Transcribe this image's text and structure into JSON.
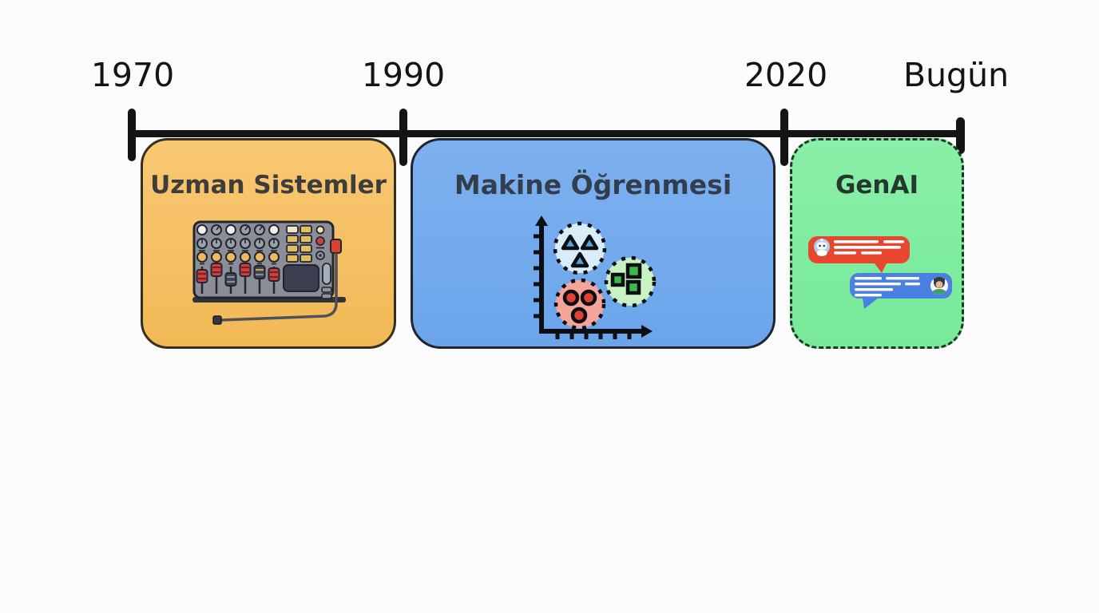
{
  "timeline": {
    "labels": [
      {
        "text": "1970"
      },
      {
        "text": "1990"
      },
      {
        "text": "2020"
      },
      {
        "text": "Bugün"
      }
    ]
  },
  "eras": [
    {
      "title": "Uzman Sistemler",
      "icon": "audio-mixer-console-icon",
      "period_start": "1970",
      "period_end": "1990",
      "border_style": "solid"
    },
    {
      "title": "Makine Öğrenmesi",
      "icon": "scatter-plot-clusters-icon",
      "period_start": "1990",
      "period_end": "2020",
      "border_style": "solid"
    },
    {
      "title": "GenAI",
      "icon": "chat-conversation-icon",
      "period_start": "2020",
      "period_end": "Bugün",
      "border_style": "dashed"
    }
  ],
  "colors": {
    "bg": "#fbfbfb",
    "ink": "#141414",
    "era1-fill": "#f6bf64",
    "era1-border": "#35301e",
    "era1-title": "#3d3d3d",
    "era2-fill": "#73aaed",
    "era2-border": "#20242d",
    "era2-title": "#333e4d",
    "era3-fill": "#7eec9f",
    "era3-border": "#1b3a25",
    "era3-title": "#26382e",
    "mixer-body": "#8b8e99",
    "mixer-jack-red": "#d8422e",
    "knob-orange": "#edb95e",
    "fader-red": "#cf4040",
    "cluster-blue-fill": "#d8edf8",
    "cluster-blue-marker": "#57a5cf",
    "cluster-green-fill": "#c8f2c3",
    "cluster-green-marker": "#3cb948",
    "cluster-red-fill": "#f5a49a",
    "cluster-red-marker": "#e04133",
    "chat-red": "#e8462e",
    "chat-blue": "#4a80e2",
    "avatar-bot-bg": "#a9cdf0"
  }
}
